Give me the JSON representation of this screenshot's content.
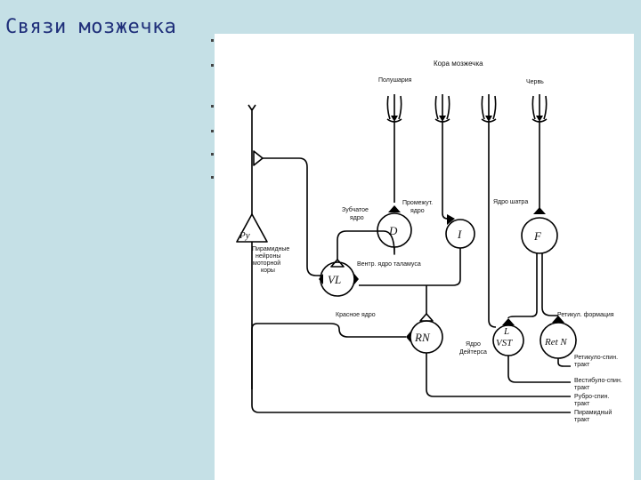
{
  "slide": {
    "title": "Связи мозжечка"
  },
  "diagram": {
    "cortex": "Кора мозжечка",
    "hemispheres": "Полушария",
    "vermis": "Червь",
    "dentate_label": [
      "Зубчатое",
      "ядро"
    ],
    "interpositus_label": [
      "Промежут.",
      "ядро"
    ],
    "fastigial_label": "Ядро шатра",
    "pyramidal_label": [
      "Пирамидные",
      "нейроны",
      "моторной",
      "коры"
    ],
    "vl_label": "Вентр. ядро таламуса",
    "red_label": "Красное ядро",
    "reticular_label": "Ретикул. формация",
    "deiters_label": [
      "Ядро",
      "Дейтерса"
    ],
    "tract_reticulospinal": [
      "Ретикуло-спин.",
      "тракт"
    ],
    "tract_vestibulospinal": [
      "Вестибуло-спин.",
      "тракт"
    ],
    "tract_rubrospinal": [
      "Рубро-спин.",
      "тракт"
    ],
    "tract_pyramidal": [
      "Пирамидный",
      "тракт"
    ],
    "nodes": {
      "py": "Py",
      "d": "D",
      "i": "I",
      "f": "F",
      "vl": "VL",
      "rn": "RN",
      "lvst_1": "L",
      "lvst_2": "VST",
      "retn": "Ret N"
    }
  }
}
